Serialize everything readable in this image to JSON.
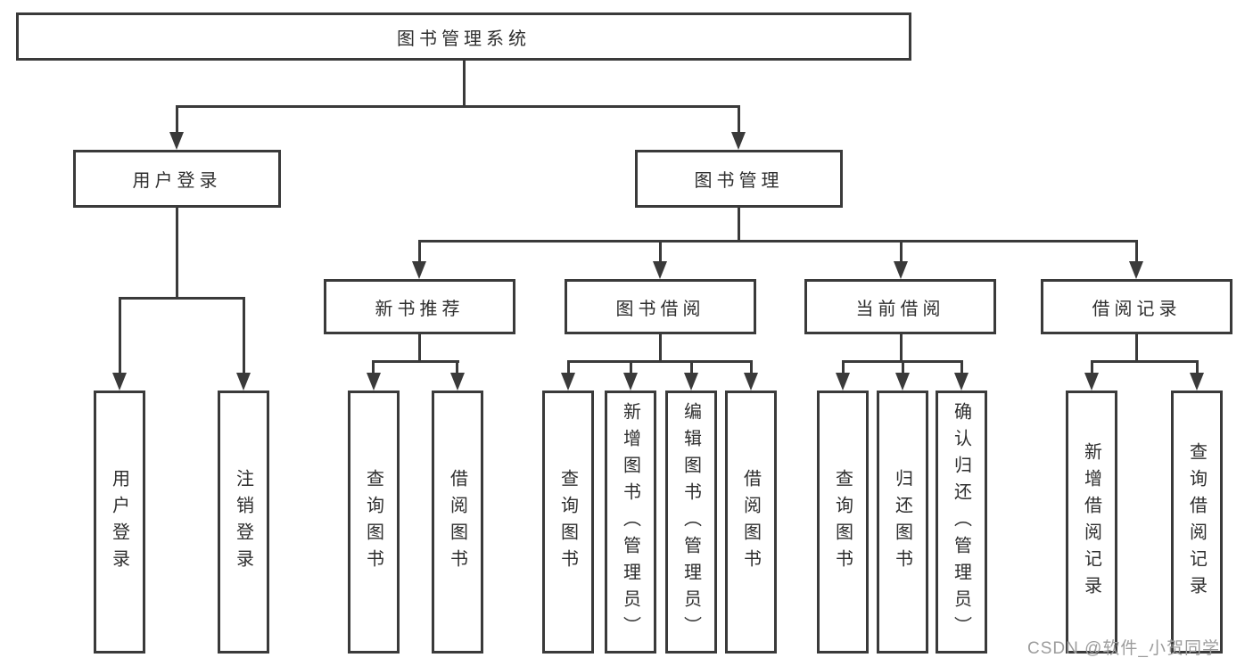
{
  "tree": {
    "root": "图书管理系统",
    "branches": [
      {
        "label": "用户登录",
        "leaves": [
          "用户登录",
          "注销登录"
        ]
      },
      {
        "label": "图书管理",
        "children": [
          {
            "label": "新书推荐",
            "leaves": [
              "查询图书",
              "借阅图书"
            ]
          },
          {
            "label": "图书借阅",
            "leaves": [
              "查询图书",
              "新增图书（管理员）",
              "编辑图书（管理员）",
              "借阅图书"
            ]
          },
          {
            "label": "当前借阅",
            "leaves": [
              "查询图书",
              "归还图书",
              "确认归还（管理员）"
            ]
          },
          {
            "label": "借阅记录",
            "leaves": [
              "新增借阅记录",
              "查询借阅记录"
            ]
          }
        ]
      }
    ]
  },
  "watermark": "CSDN @软件_小贺同学",
  "colors": {
    "line": "#3a3a3a",
    "text": "#2e2e2e",
    "background": "#ffffff",
    "watermark": "#9c9c9c"
  }
}
